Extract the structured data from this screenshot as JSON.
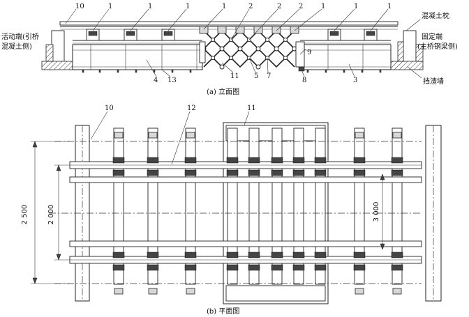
{
  "elevation": {
    "caption": "(a) 立面图",
    "part_numbers_top": [
      "10",
      "1",
      "1",
      "1",
      "1",
      "2",
      "2",
      "2",
      "1",
      "1",
      "1"
    ],
    "part_numbers_bottom": [
      "4",
      "13",
      "11",
      "5",
      "7",
      "8",
      "3"
    ],
    "part_number_9": "9",
    "left_end_line1": "活动端(引桥",
    "left_end_line2": "混凝土侧)",
    "right_end_line1": "固定端",
    "right_end_line2": "(主桥钢梁侧)",
    "sleeper_label": "混凝土枕",
    "retaining_wall_label": "挡渣墙"
  },
  "plan": {
    "caption": "(b) 平面图",
    "part_numbers": [
      "10",
      "12",
      "11"
    ],
    "dimensions": [
      "2 500",
      "2 000",
      "3 000"
    ]
  }
}
